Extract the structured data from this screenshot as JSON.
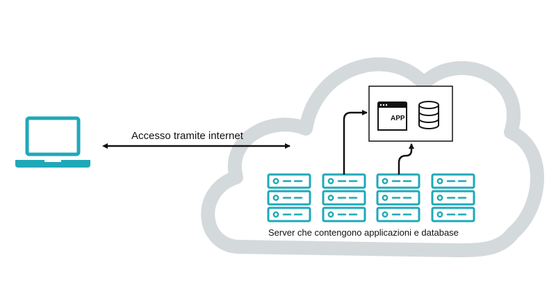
{
  "diagram": {
    "access_label": "Accesso tramite internet",
    "servers_caption": "Server che contengono applicazioni e database",
    "app_icon_label": "APP"
  },
  "colors": {
    "teal": "#1fa9b8",
    "cloud": "#d4d9dc",
    "ink": "#111111"
  },
  "icons": {
    "client": "laptop-icon",
    "app": "app-window-icon",
    "db": "database-icon",
    "server": "server-rack-icon"
  }
}
